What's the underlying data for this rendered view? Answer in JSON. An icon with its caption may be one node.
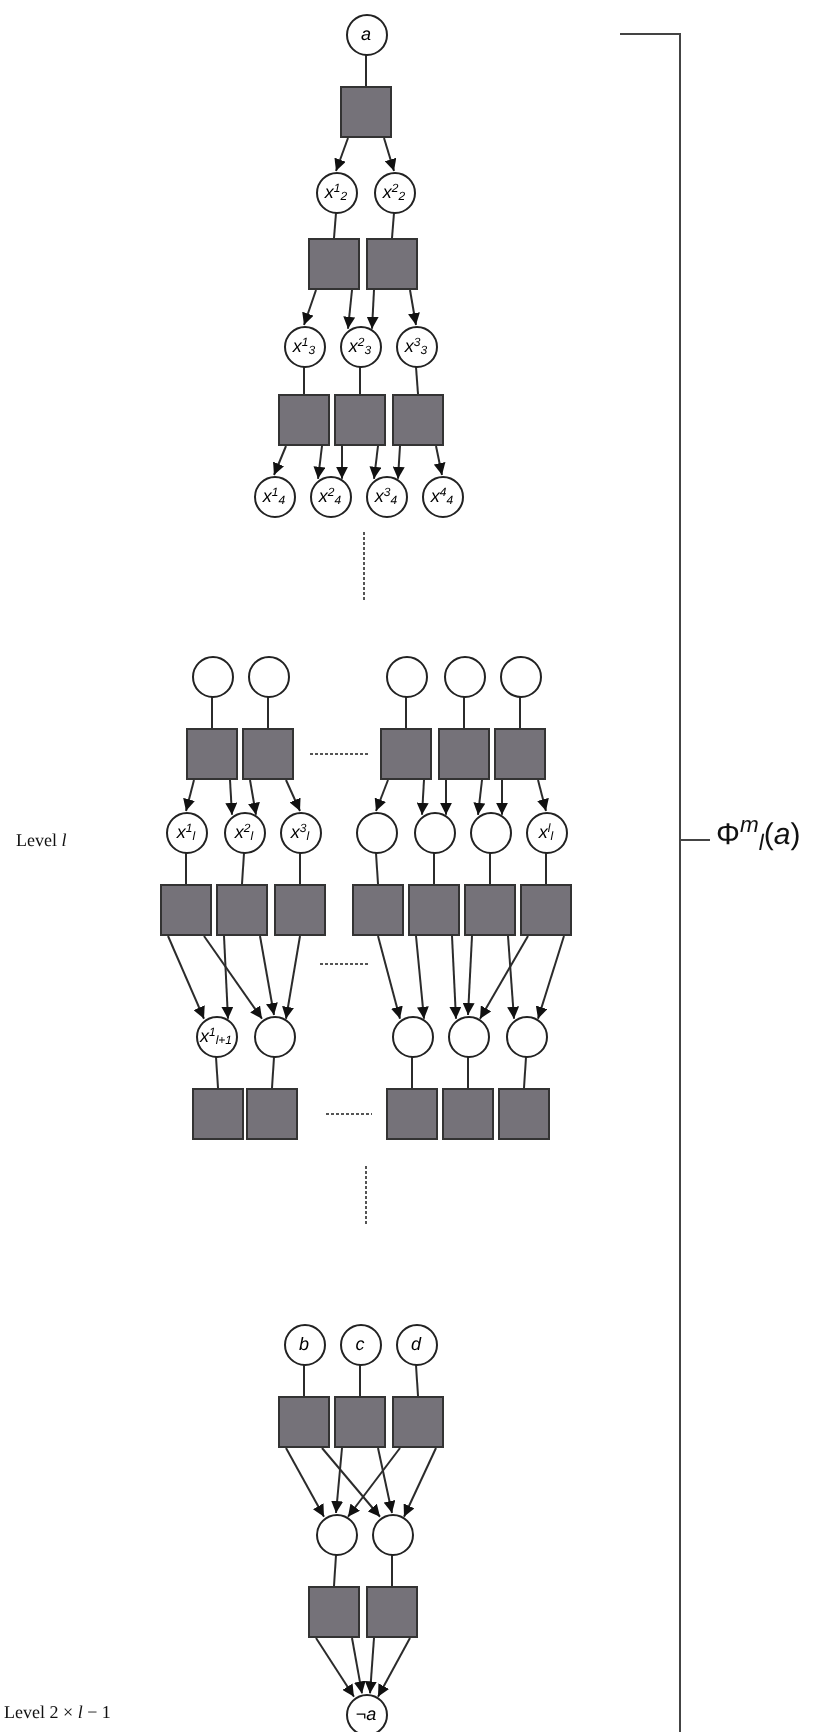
{
  "diagram": {
    "nodes": [
      {
        "text": [
          "a"
        ]
      },
      {
        "text": [],
        "shape": "box"
      },
      {
        "text": [
          "x$^{1}$$_{2}$"
        ]
      },
      {
        "text": [
          "x$^{2}$$_{2}$"
        ]
      },
      {
        "text": [],
        "shape": "box"
      },
      {
        "text": [],
        "shape": "box"
      },
      {
        "text": [
          "x$^{1}$$_{3}$"
        ]
      },
      {
        "text": [
          "x$^{2}$$_{3}$"
        ]
      },
      {
        "text": [
          "x$^{3}$$_{3}$"
        ]
      },
      {
        "text": [],
        "shape": "box"
      },
      {
        "text": [],
        "shape": "box"
      },
      {
        "text": [],
        "shape": "box"
      },
      {
        "text": [
          "x$^{1}$$_{4}$"
        ]
      },
      {
        "text": [
          "x$^{2}$$_{4}$"
        ]
      },
      {
        "text": [
          "x$^{3}$$_{4}$"
        ]
      },
      {
        "text": [
          "x$^{4}$$_{4}$"
        ]
      },
      {
        "text": [],
        "shape": "circle"
      },
      {
        "text": [],
        "shape": "circle"
      },
      {
        "text": [],
        "shape": "circle"
      },
      {
        "text": [],
        "shape": "circle"
      },
      {
        "text": [],
        "shape": "circle"
      },
      {
        "text": [],
        "shape": "box"
      },
      {
        "text": [],
        "shape": "box"
      },
      {
        "text": [],
        "shape": "box"
      },
      {
        "text": [],
        "shape": "box"
      },
      {
        "text": [],
        "shape": "box"
      },
      {
        "text": [
          "x$^{1}$$_{l}$"
        ]
      },
      {
        "text": [
          "x$^{2}$$_{l}$"
        ]
      },
      {
        "text": [
          "x$^{3}$$_{l}$"
        ]
      },
      {
        "text": [],
        "shape": "circle"
      },
      {
        "text": [],
        "shape": "circle"
      },
      {
        "text": [],
        "shape": "circle"
      },
      {
        "text": [
          "x$^{l}$$_{l}$"
        ]
      },
      {
        "text": [],
        "shape": "box"
      },
      {
        "text": [],
        "shape": "box"
      },
      {
        "text": [],
        "shape": "box"
      },
      {
        "text": [],
        "shape": "box"
      },
      {
        "text": [],
        "shape": "box"
      },
      {
        "text": [],
        "shape": "box"
      },
      {
        "text": [],
        "shape": "box"
      },
      {
        "text": [
          "x$^{1}$$_{l+1}$"
        ]
      },
      {
        "text": [],
        "shape": "circle"
      },
      {
        "text": [],
        "shape": "circle"
      },
      {
        "text": [],
        "shape": "circle"
      },
      {
        "text": [],
        "shape": "circle"
      },
      {
        "text": [],
        "shape": "box"
      },
      {
        "text": [],
        "shape": "box"
      },
      {
        "text": [],
        "shape": "box"
      },
      {
        "text": [],
        "shape": "box"
      },
      {
        "text": [],
        "shape": "box"
      },
      {
        "text": [
          "b"
        ]
      },
      {
        "text": [
          "c"
        ]
      },
      {
        "text": [
          "d"
        ]
      },
      {
        "text": [],
        "shape": "box"
      },
      {
        "text": [],
        "shape": "box"
      },
      {
        "text": [],
        "shape": "box"
      },
      {
        "text": [],
        "shape": "circle"
      },
      {
        "text": [],
        "shape": "circle"
      },
      {
        "text": [],
        "shape": "box"
      },
      {
        "text": [],
        "shape": "box"
      },
      {
        "text": [
          "¬a"
        ]
      }
    ],
    "edges": [
      {
        "from": 0,
        "to": 1,
        "arrow": "none"
      },
      {
        "from": 1,
        "to": 2,
        "arrow": "to"
      },
      {
        "from": 1,
        "to": 3,
        "arrow": "to"
      },
      {
        "from": 2,
        "to": 4,
        "arrow": "none"
      },
      {
        "from": 3,
        "to": 5,
        "arrow": "none"
      },
      {
        "from": 4,
        "to": 6,
        "arrow": "to"
      },
      {
        "from": 4,
        "to": 7,
        "arrow": "to"
      },
      {
        "from": 5,
        "to": 7,
        "arrow": "to"
      },
      {
        "from": 5,
        "to": 8,
        "arrow": "to"
      },
      {
        "from": 6,
        "to": 9,
        "arrow": "none"
      },
      {
        "from": 7,
        "to": 10,
        "arrow": "none"
      },
      {
        "from": 8,
        "to": 11,
        "arrow": "none"
      },
      {
        "from": 9,
        "to": 12,
        "arrow": "to"
      },
      {
        "from": 9,
        "to": 13,
        "arrow": "to"
      },
      {
        "from": 10,
        "to": 13,
        "arrow": "to"
      },
      {
        "from": 10,
        "to": 14,
        "arrow": "to"
      },
      {
        "from": 11,
        "to": 14,
        "arrow": "to"
      },
      {
        "from": 11,
        "to": 15,
        "arrow": "to"
      },
      {
        "from": 16,
        "to": 21,
        "arrow": "none"
      },
      {
        "from": 17,
        "to": 22,
        "arrow": "none"
      },
      {
        "from": 18,
        "to": 23,
        "arrow": "none"
      },
      {
        "from": 19,
        "to": 24,
        "arrow": "none"
      },
      {
        "from": 20,
        "to": 25,
        "arrow": "none"
      },
      {
        "from": 21,
        "to": 26,
        "arrow": "to"
      },
      {
        "from": 21,
        "to": 27,
        "arrow": "to"
      },
      {
        "from": 22,
        "to": 27,
        "arrow": "to"
      },
      {
        "from": 22,
        "to": 28,
        "arrow": "to"
      },
      {
        "from": 23,
        "to": 29,
        "arrow": "to"
      },
      {
        "from": 23,
        "to": 30,
        "arrow": "to"
      },
      {
        "from": 24,
        "to": 30,
        "arrow": "to"
      },
      {
        "from": 24,
        "to": 31,
        "arrow": "to"
      },
      {
        "from": 25,
        "to": 31,
        "arrow": "to"
      },
      {
        "from": 25,
        "to": 32,
        "arrow": "to"
      },
      {
        "from": 26,
        "to": 33,
        "arrow": "none"
      },
      {
        "from": 27,
        "to": 34,
        "arrow": "none"
      },
      {
        "from": 28,
        "to": 35,
        "arrow": "none"
      },
      {
        "from": 29,
        "to": 36,
        "arrow": "none"
      },
      {
        "from": 30,
        "to": 37,
        "arrow": "none"
      },
      {
        "from": 31,
        "to": 38,
        "arrow": "none"
      },
      {
        "from": 32,
        "to": 39,
        "arrow": "none"
      },
      {
        "from": 33,
        "to": 40,
        "arrow": "to"
      },
      {
        "from": 33,
        "to": 41,
        "arrow": "to"
      },
      {
        "from": 34,
        "to": 40,
        "arrow": "to"
      },
      {
        "from": 34,
        "to": 41,
        "arrow": "to"
      },
      {
        "from": 35,
        "to": 41,
        "arrow": "to"
      },
      {
        "from": 36,
        "to": 42,
        "arrow": "to"
      },
      {
        "from": 37,
        "to": 42,
        "arrow": "to"
      },
      {
        "from": 37,
        "to": 43,
        "arrow": "to"
      },
      {
        "from": 38,
        "to": 43,
        "arrow": "to"
      },
      {
        "from": 38,
        "to": 44,
        "arrow": "to"
      },
      {
        "from": 39,
        "to": 43,
        "arrow": "to"
      },
      {
        "from": 39,
        "to": 44,
        "arrow": "to"
      },
      {
        "from": 40,
        "to": 45,
        "arrow": "none"
      },
      {
        "from": 41,
        "to": 46,
        "arrow": "none"
      },
      {
        "from": 42,
        "to": 47,
        "arrow": "none"
      },
      {
        "from": 43,
        "to": 48,
        "arrow": "none"
      },
      {
        "from": 44,
        "to": 49,
        "arrow": "none"
      },
      {
        "from": 50,
        "to": 53,
        "arrow": "none"
      },
      {
        "from": 51,
        "to": 54,
        "arrow": "none"
      },
      {
        "from": 52,
        "to": 55,
        "arrow": "none"
      },
      {
        "from": 53,
        "to": 56,
        "arrow": "to"
      },
      {
        "from": 53,
        "to": 57,
        "arrow": "to"
      },
      {
        "from": 54,
        "to": 56,
        "arrow": "to"
      },
      {
        "from": 54,
        "to": 57,
        "arrow": "to"
      },
      {
        "from": 55,
        "to": 56,
        "arrow": "to"
      },
      {
        "from": 55,
        "to": 57,
        "arrow": "to"
      },
      {
        "from": 56,
        "to": 58,
        "arrow": "none"
      },
      {
        "from": 57,
        "to": 59,
        "arrow": "none"
      },
      {
        "from": 58,
        "to": 60,
        "arrow": "to"
      },
      {
        "from": 58,
        "to": 60,
        "arrow": "to"
      },
      {
        "from": 59,
        "to": 60,
        "arrow": "to"
      },
      {
        "from": 59,
        "to": 60,
        "arrow": "to"
      }
    ],
    "labels": [
      "Level *l*",
      "Φ$^{m}$$_{l}$(*a*)",
      "Level 2 × *l* − 1"
    ]
  }
}
